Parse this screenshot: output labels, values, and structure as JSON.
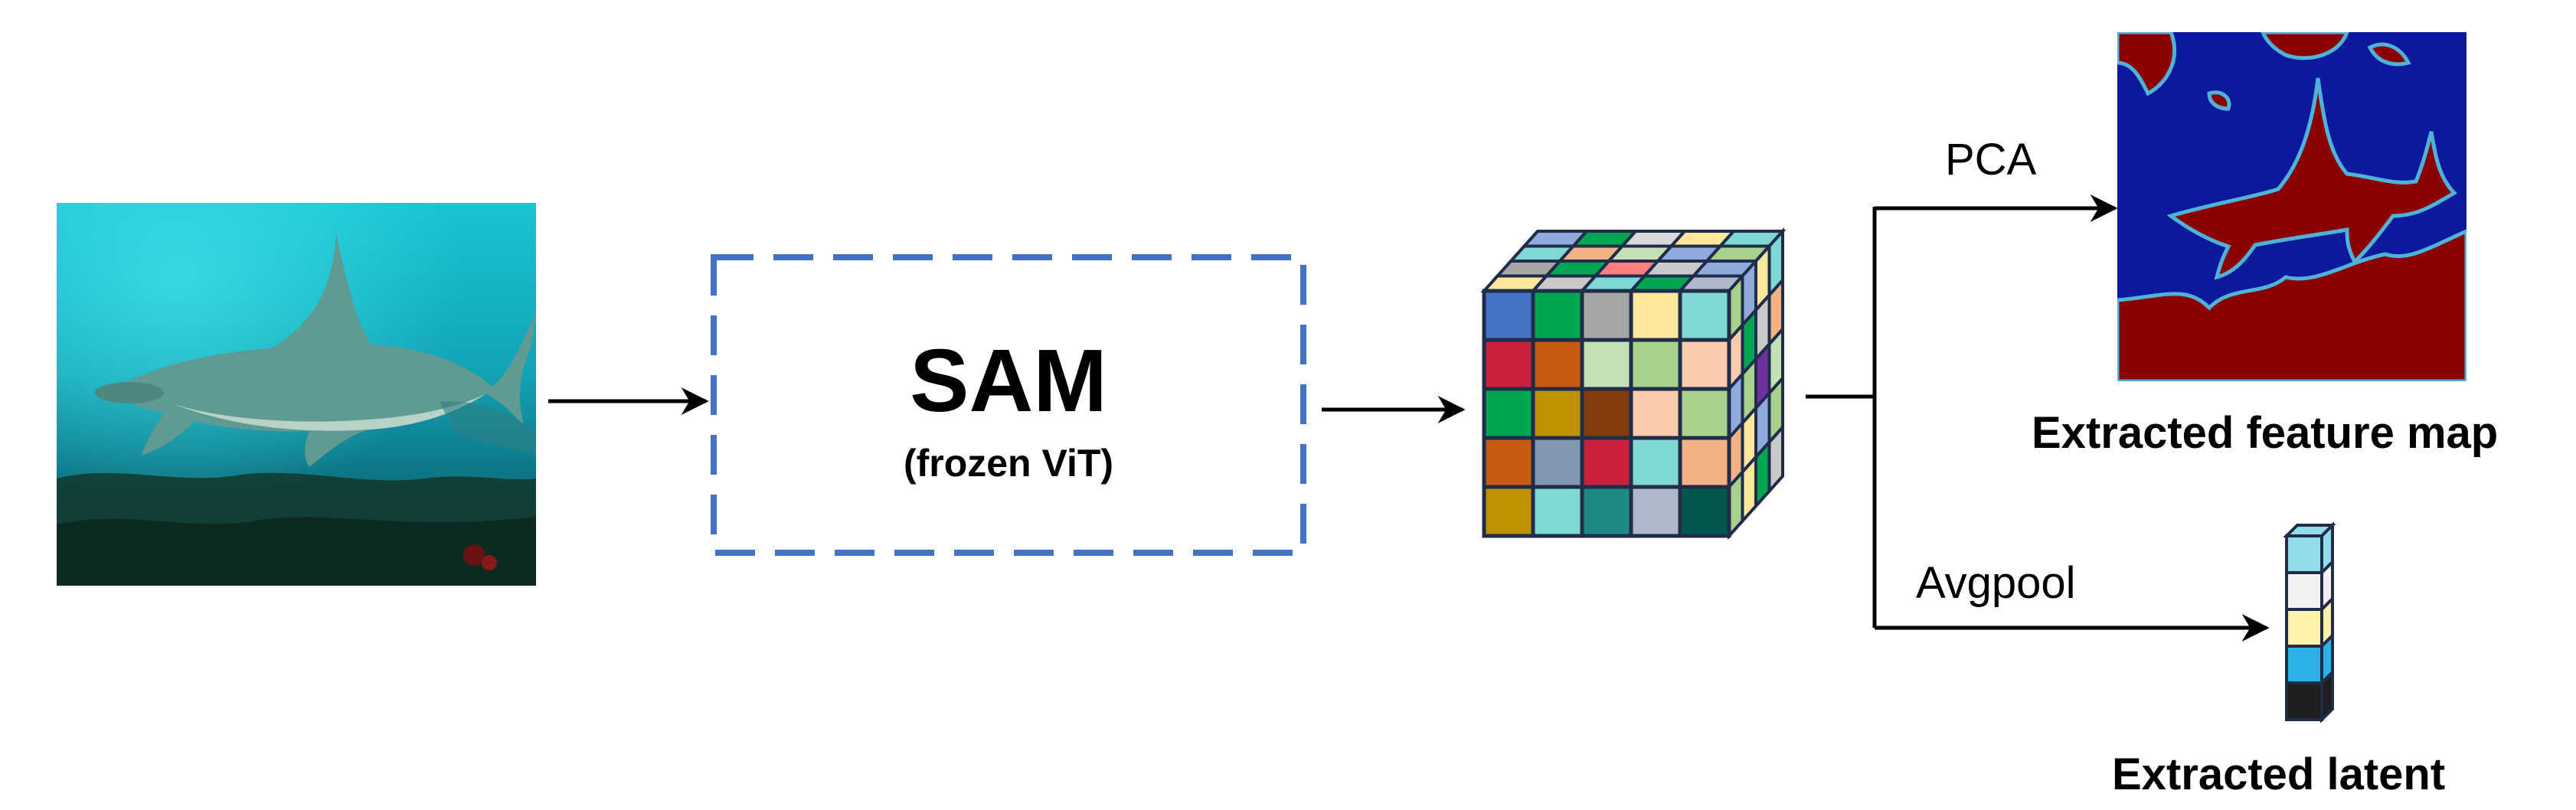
{
  "diagram": {
    "sam_box": {
      "title": "SAM",
      "subtitle": "(frozen ViT)",
      "border_color": "#4472C4"
    },
    "branch_top": {
      "label": "PCA",
      "output_caption": "Extracted feature map"
    },
    "branch_bottom": {
      "label": "Avgpool",
      "output_caption": "Extracted latent"
    },
    "feature_map_colors": {
      "background": "#0a1a9a",
      "foreground": "#8b0000",
      "edge": "#4fb3d9"
    },
    "cube": {
      "front_grid": [
        [
          "#4472C4",
          "#00A651",
          "#A6A6A6",
          "#FFE699",
          "#7FD8D4"
        ],
        [
          "#C9213C",
          "#C55A11",
          "#C5E0B4",
          "#A9D18E",
          "#F8CBAD"
        ],
        [
          "#00A651",
          "#BF9000",
          "#843C0C",
          "#F8CBAD",
          "#A9D18E"
        ],
        [
          "#C55A11",
          "#8497B0",
          "#C9213C",
          "#7FD8D4",
          "#F4B183"
        ],
        [
          "#BF9000",
          "#7FD8D4",
          "#1F8A84",
          "#ADB9CA",
          "#00594C"
        ]
      ],
      "top_grid": [
        [
          "#8FAADC",
          "#00A651",
          "#D9D9D9",
          "#FFE699",
          "#7FD8D4"
        ],
        [
          "#7FD8D4",
          "#F4B183",
          "#C5E0B4",
          "#8FAADC",
          "#A9D18E"
        ],
        [
          "#A6A6A6",
          "#00A651",
          "#FF7F7F",
          "#C9C9C9",
          "#8FAADC"
        ],
        [
          "#FFE699",
          "#C9C9C9",
          "#7FD8D4",
          "#00A651",
          "#ADB9CA"
        ]
      ],
      "side_grid": [
        [
          "#A9D18E",
          "#8FAADC",
          "#FFE699",
          "#7FD8D4"
        ],
        [
          "#F8CBAD",
          "#00A651",
          "#C9C9C9",
          "#F4B183"
        ],
        [
          "#8FAADC",
          "#A9D18E",
          "#7030A0",
          "#C5E0B4"
        ],
        [
          "#F4B183",
          "#FFE699",
          "#8FAADC",
          "#A9D18E"
        ],
        [
          "#A9D18E",
          "#FFE699",
          "#00A651",
          "#C9C9C9"
        ]
      ]
    },
    "latent_vector": [
      "#92DDEB",
      "#F2F2F2",
      "#FFF2A8",
      "#29B3E6",
      "#1E1E1E"
    ]
  }
}
